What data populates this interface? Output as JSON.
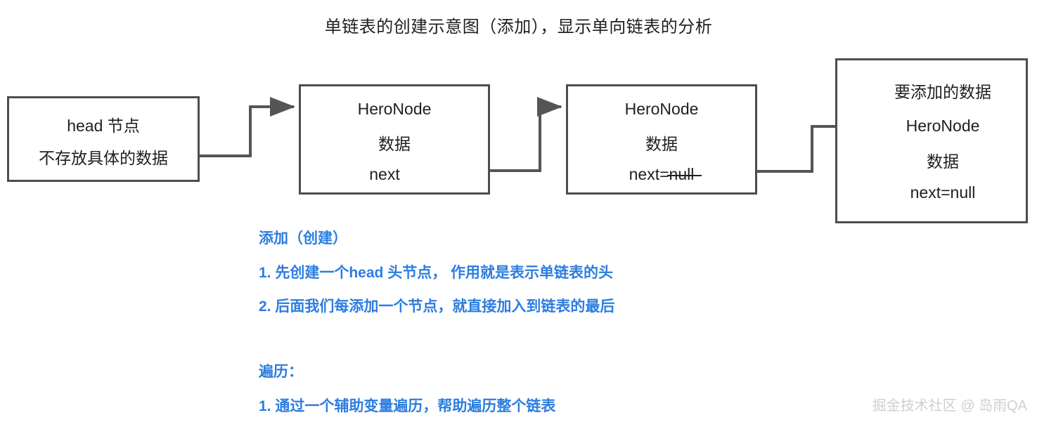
{
  "title": "单链表的创建示意图（添加），显示单向链表的分析",
  "nodes": {
    "head": {
      "line1": "head 节点",
      "line2": "不存放具体的数据"
    },
    "first": {
      "line1": "HeroNode",
      "line2": "数据",
      "line3": "next"
    },
    "second": {
      "line1": "HeroNode",
      "line2": "数据",
      "line3_prefix": "next=",
      "line3_struck": "null"
    },
    "new": {
      "line1": "要添加的数据",
      "line2": "HeroNode",
      "line3": "数据",
      "line4": "next=null"
    }
  },
  "notes": {
    "add_heading": "添加（创建）",
    "add_item1": "1. 先创建一个head 头节点， 作用就是表示单链表的头",
    "add_item2": "2. 后面我们每添加一个节点，就直接加入到链表的最后",
    "traverse_heading": "遍历：",
    "traverse_item1": "1. 通过一个辅助变量遍历，帮助遍历整个链表"
  },
  "watermark": "掘金技术社区 @ 岛雨QA",
  "colors": {
    "box_border": "#4d4d4d",
    "connector": "#555555",
    "note_blue": "#2c7de0",
    "text": "#1f1f1f",
    "watermark": "#cfcfcf",
    "background": "#ffffff"
  }
}
